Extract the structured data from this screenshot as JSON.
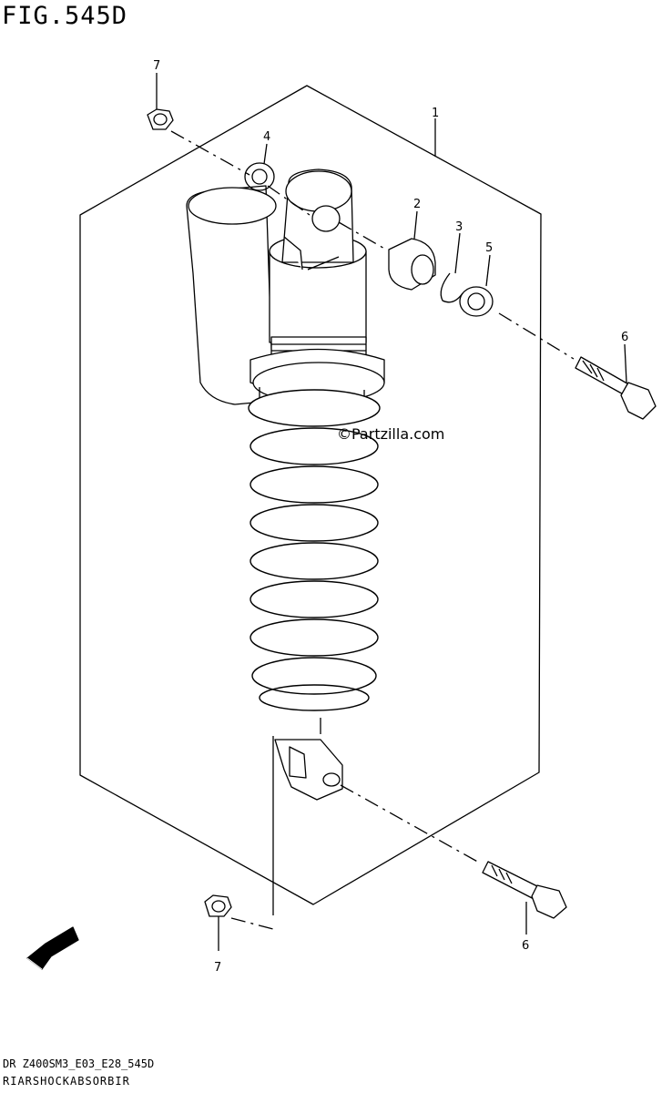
{
  "figure": {
    "title": "FIG.545D",
    "footer_code": "DR Z400SM3_E03_E28_545D",
    "footer_name": "RIARSHOCKABSORBIR"
  },
  "watermark": "©Partzilla.com",
  "fwd_label": "FWD",
  "callouts": [
    "1",
    "2",
    "3",
    "4",
    "5",
    "6",
    "6",
    "7",
    "7"
  ]
}
